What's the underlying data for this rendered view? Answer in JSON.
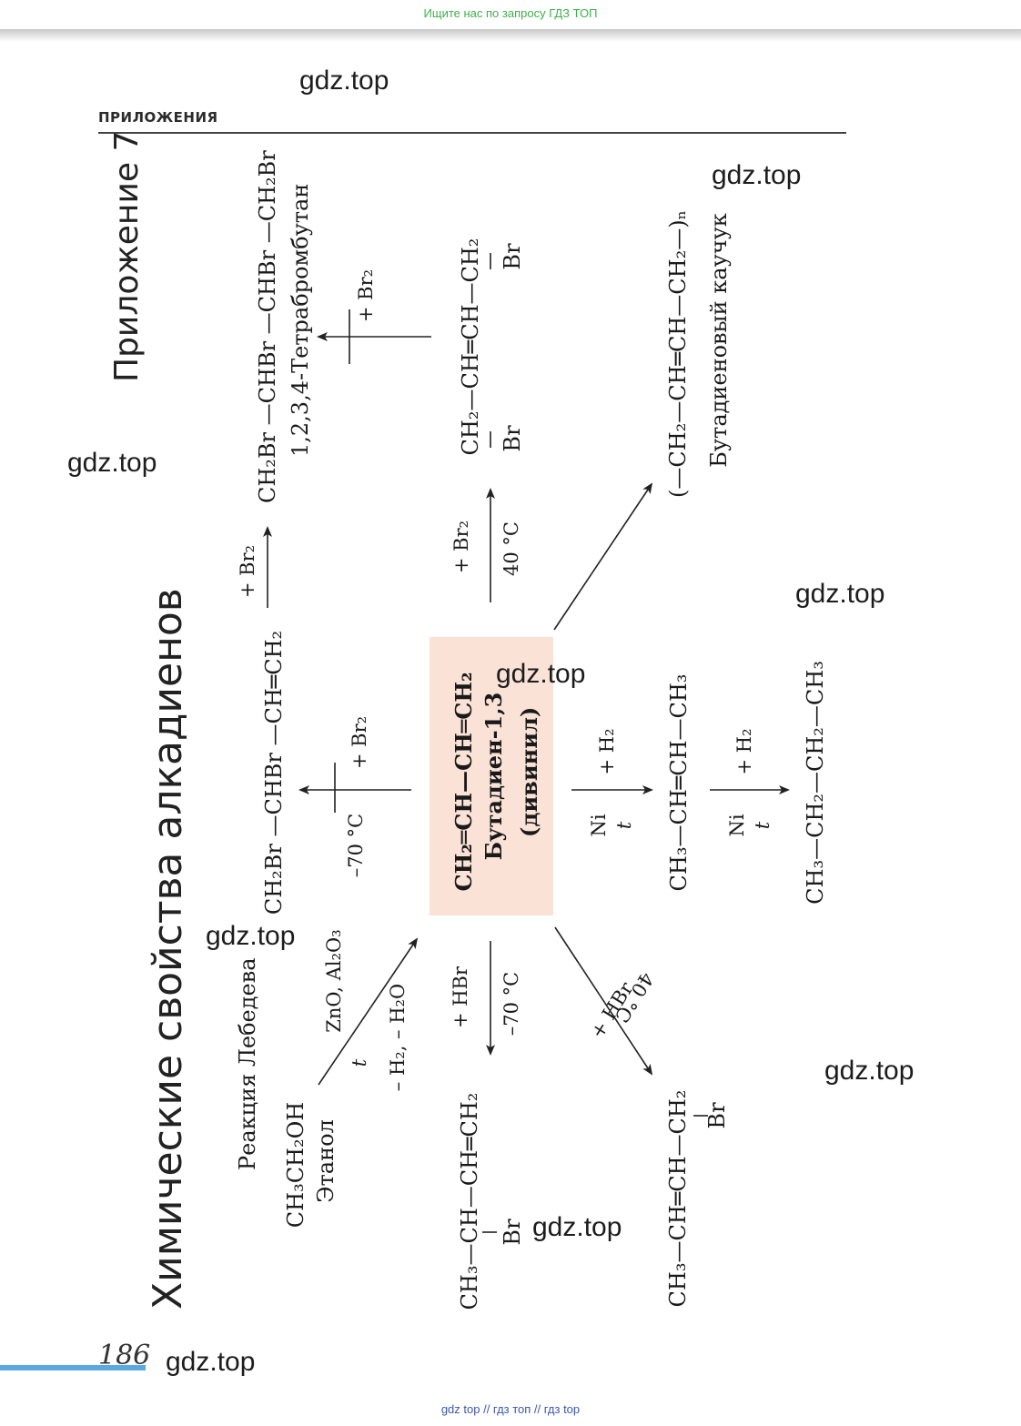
{
  "top_banner": "Ищите нас по запросу ГДЗ ТОП",
  "section_label": "ПРИЛОЖЕНИЯ",
  "appendix_title": "Приложение 7",
  "main_title": "Химические свойства алкадиенов",
  "watermark": "gdz.top",
  "center": {
    "formula": "CH₂═CH—CH═CH₂",
    "name": "Бутадиен-1,3",
    "alt_name": "(дивинил)"
  },
  "reactions": {
    "lebedev": {
      "label": "Реакция Лебедева",
      "reactant": "CH₃CH₂OH",
      "reactant_name": "Этанол",
      "catalyst": "ZnO, Al₂O₃",
      "temp": "t",
      "byproducts": "– H₂, – H₂O"
    },
    "br12": {
      "reagent": "+ Br₂",
      "condition": "–70 °C",
      "product": "CH₂Br —CHBr —CH═CH₂"
    },
    "br_excess": {
      "reagent": "+ Br₂",
      "product": "CH₂Br —CHBr —CHBr —CH₂Br",
      "product_name": "1,2,3,4-Тетрабромбутан"
    },
    "br14": {
      "reagent": "+ Br₂",
      "condition": "40 °C",
      "product": "CH₂—CH═CH—CH₂",
      "sub1": "Br",
      "sub2": "Br"
    },
    "br14_to_tetra": {
      "reagent": "+ Br₂"
    },
    "polymer": {
      "product": "(—CH₂—CH═CH—CH₂—)ₙ",
      "product_name": "Бутадиеновый каучук"
    },
    "h2_first": {
      "reagent": "+ H₂",
      "catalyst": "Ni",
      "temp": "t",
      "product": "CH₃—CH═CH—CH₃"
    },
    "h2_second": {
      "reagent": "+ H₂",
      "catalyst": "Ni",
      "temp": "t",
      "product": "CH₃—CH₂—CH₂—CH₃"
    },
    "hbr_cold": {
      "reagent": "+ HBr",
      "condition": "–70 °C",
      "product": "CH₃—CH—CH═CH₂",
      "sub": "Br"
    },
    "hbr_warm": {
      "reagent": "+ HBr",
      "condition": "40 °C",
      "product": "CH₃—CH═CH—CH₂",
      "sub": "Br"
    }
  },
  "page_number": "186",
  "footer": "gdz top  //  гдз топ  //  гдз top"
}
